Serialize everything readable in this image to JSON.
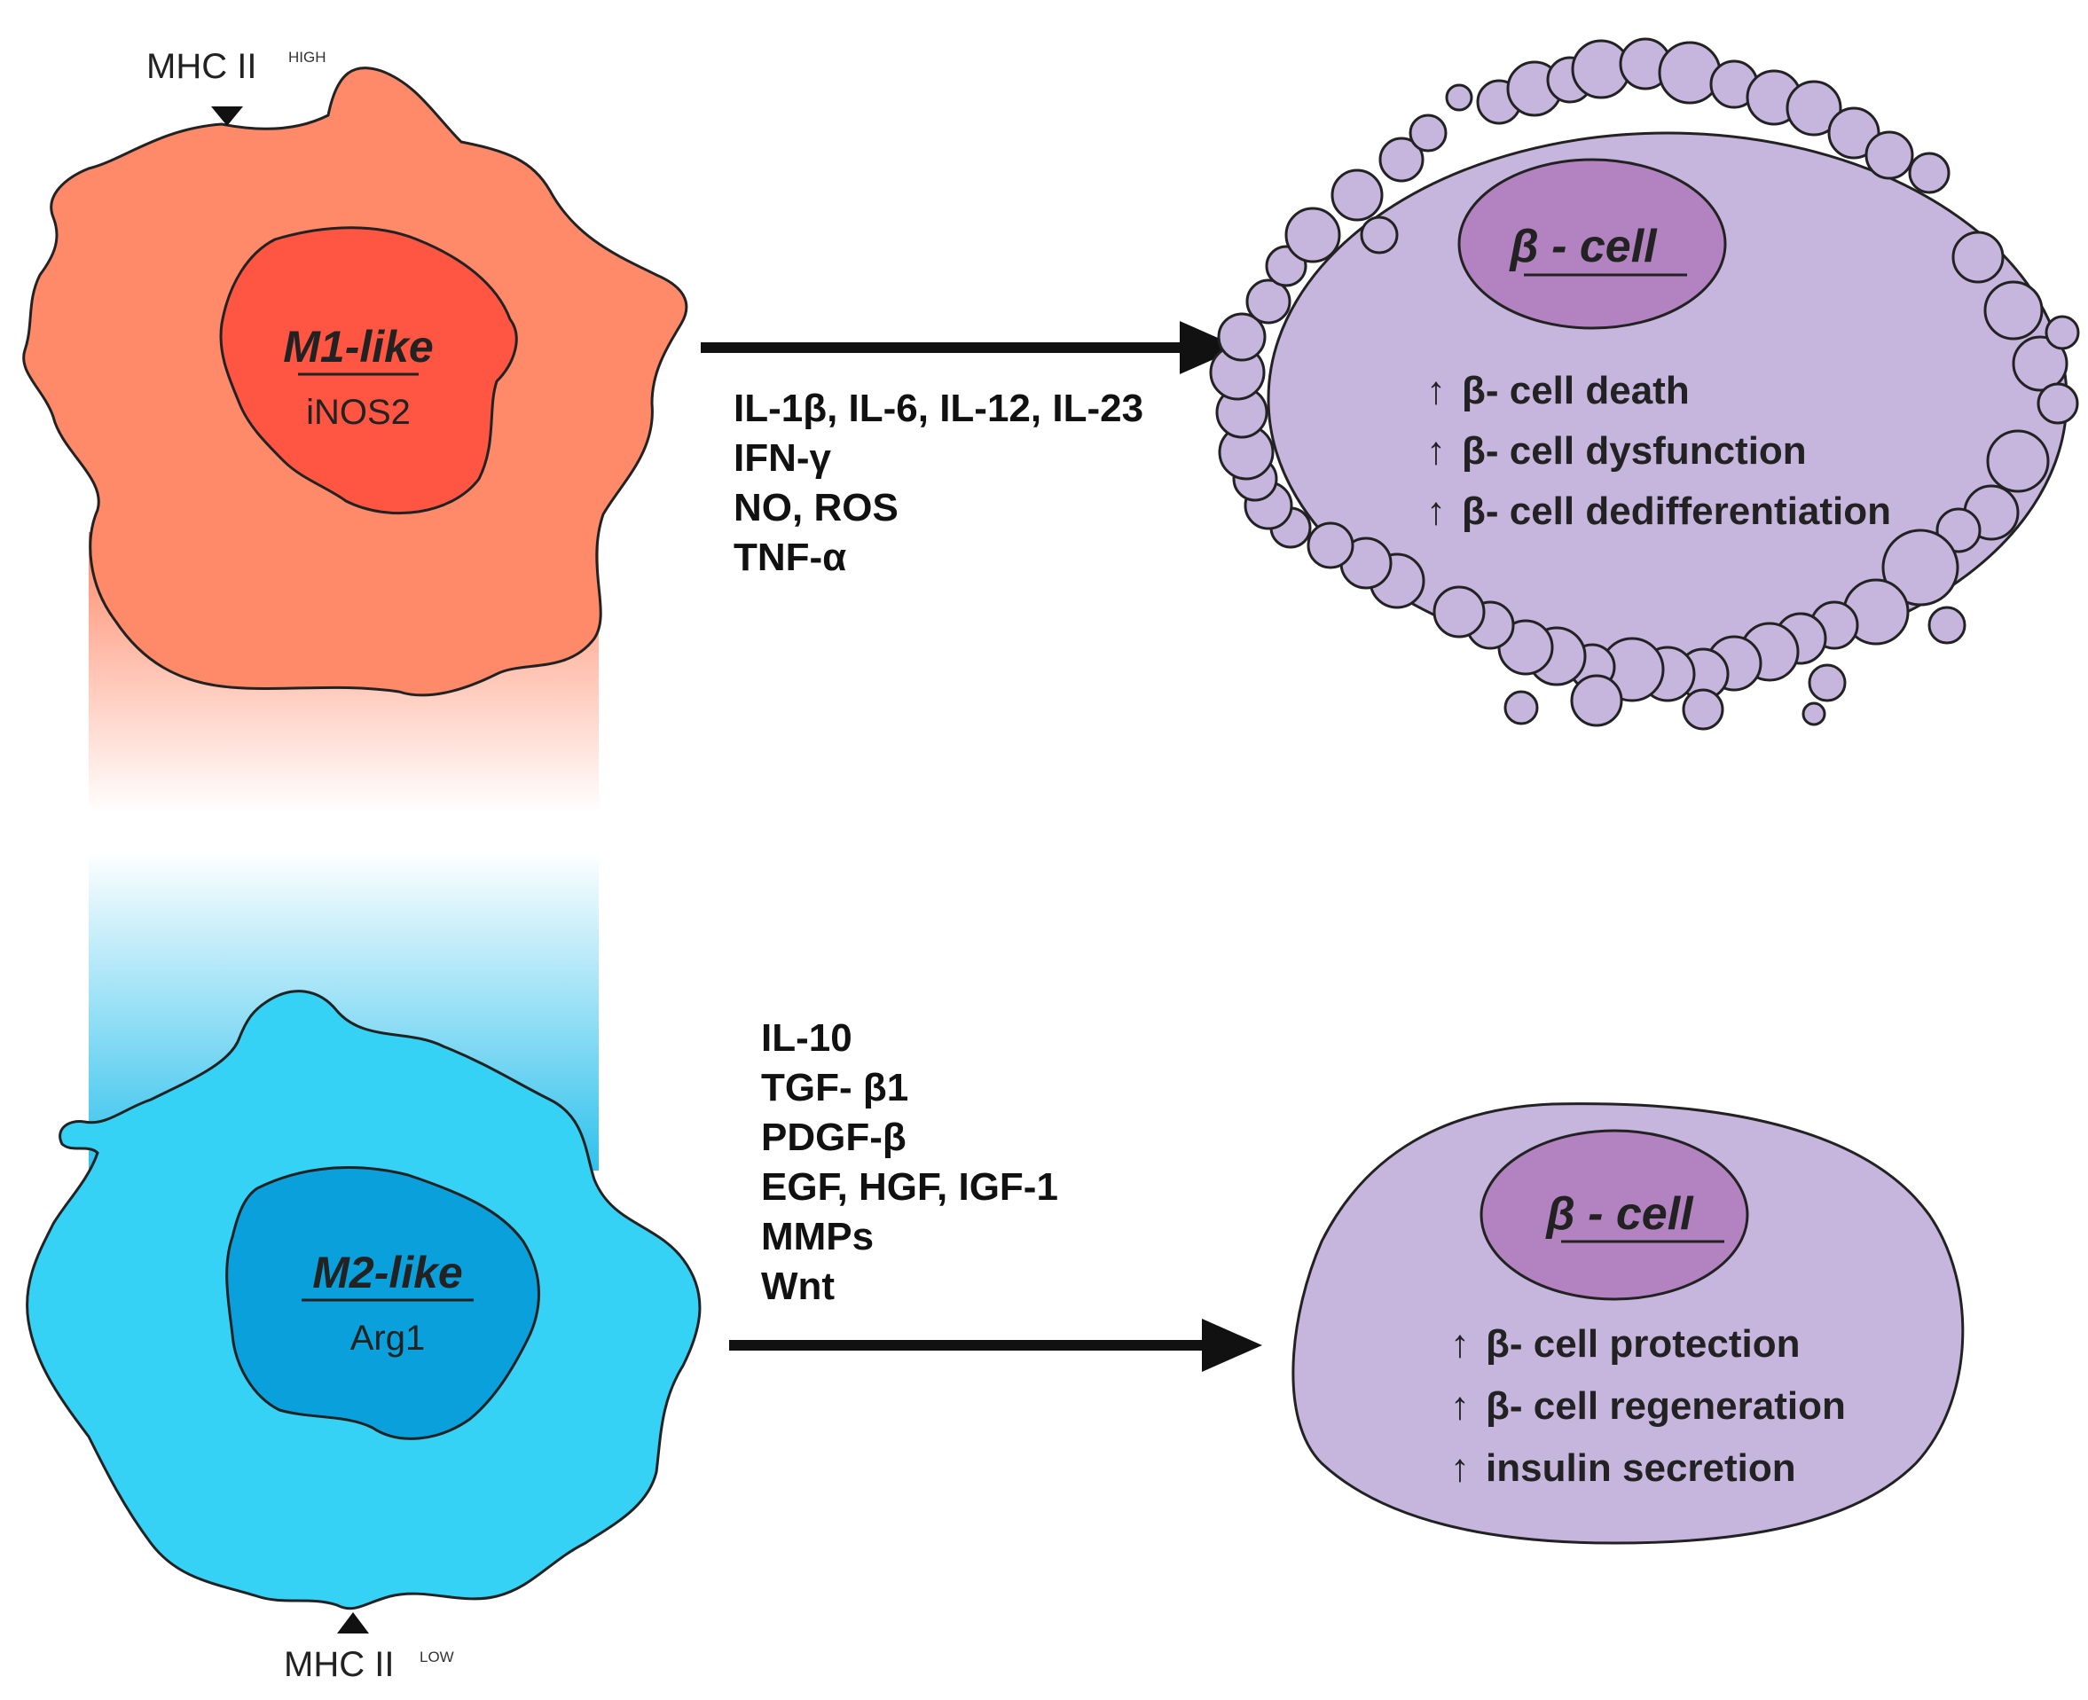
{
  "m1": {
    "mhc_label": "MHC II",
    "mhc_sup": "HIGH",
    "name": "M1-like",
    "marker": "iNOS2",
    "color": "#FF8A6A",
    "nucleus_color": "#FF5643"
  },
  "m2": {
    "mhc_label": "MHC II",
    "mhc_sup": "LOW",
    "name": "M2-like",
    "marker": "Arg1",
    "color": "#35D2F5",
    "nucleus_color": "#0AA0DC"
  },
  "m1_secretions": [
    "IL-1β, IL-6, IL-12, IL-23",
    "IFN-γ",
    "NO, ROS",
    "TNF-α"
  ],
  "m2_secretions": [
    "IL-10",
    "TGF- β1",
    "PDGF-β",
    "EGF, HGF, IGF-1",
    "MMPs",
    "Wnt"
  ],
  "beta_cell_top": {
    "title": "β - cell",
    "effects": [
      "β- cell death",
      "β- cell dysfunction",
      "β- cell dedifferentiation"
    ],
    "color": "#C6B6DE",
    "nucleus_color": "#B283C0"
  },
  "beta_cell_bottom": {
    "title": "β - cell",
    "effects": [
      "β- cell protection",
      "β- cell regeneration",
      "insulin secretion"
    ],
    "color": "#C6B6DE",
    "nucleus_color": "#B283C0"
  },
  "up_arrow_symbol": "↑"
}
